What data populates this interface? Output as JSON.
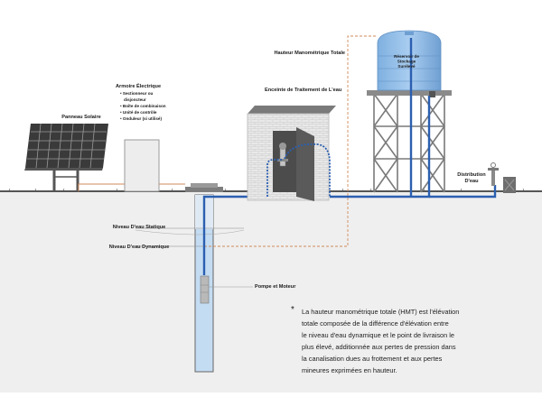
{
  "labels": {
    "solar_panel": "Panneau Solaire",
    "electrical_box": "Armoire Électrique",
    "electrical_items": [
      "• Sectionneur ou",
      "disjoncteur",
      "• Boîte de combinaison",
      "• Unité de contrôle",
      "• Onduleur (si utilisé)"
    ],
    "treatment": "Enceinte de Traitement de L'eau",
    "head": "Hauteur Manométrique Totale",
    "tank": [
      "Réservoir de",
      "Stockage",
      "Surélevé"
    ],
    "distribution": [
      "Distribution",
      "D'eau"
    ],
    "static_level": "Niveau D'eau Statique",
    "dynamic_level": "Niveau D'eau Dynamique",
    "pump": "Pompe et Moteur"
  },
  "note": {
    "asterisk": "*",
    "lines": [
      "La hauteur manométrique totale (HMT) est l'élévation",
      "totale composée de la différence d'élévation entre",
      "le niveau d'eau dynamique et le point de livraison le",
      "plus élevé, additionnée aux pertes de pression dans",
      "la canalisation dues au frottement et aux pertes",
      "mineures exprimées en hauteur."
    ]
  },
  "colors": {
    "pipe": "#2b5fb0",
    "water": "#c9ddf2",
    "tank": "#8ab9e8",
    "ground": "#eeeeee",
    "dashed_head": "#d08a5a"
  }
}
